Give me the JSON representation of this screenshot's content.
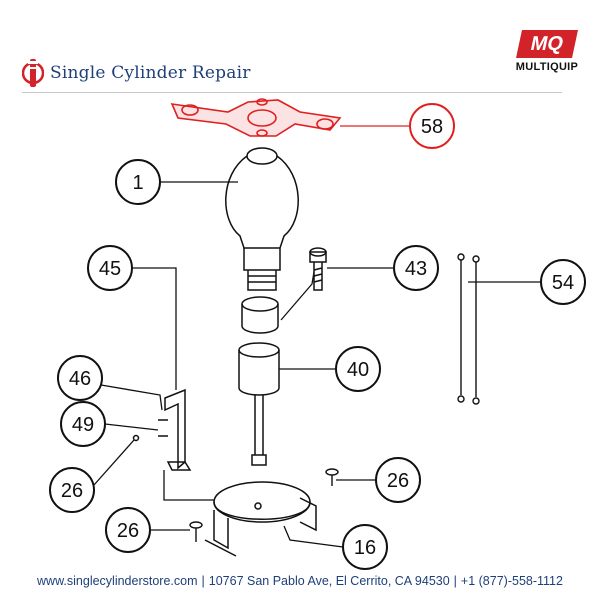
{
  "brand": {
    "name": "Single Cylinder Repair"
  },
  "manufacturer": {
    "badge": "MQ",
    "name": "MULTIQUIP"
  },
  "callouts": [
    {
      "id": "58",
      "label": "58",
      "highlight": true
    },
    {
      "id": "1",
      "label": "1"
    },
    {
      "id": "45",
      "label": "45"
    },
    {
      "id": "43",
      "label": "43"
    },
    {
      "id": "54",
      "label": "54"
    },
    {
      "id": "40",
      "label": "40"
    },
    {
      "id": "46",
      "label": "46"
    },
    {
      "id": "49",
      "label": "49"
    },
    {
      "id": "26a",
      "label": "26"
    },
    {
      "id": "26b",
      "label": "26"
    },
    {
      "id": "26c",
      "label": "26"
    },
    {
      "id": "16",
      "label": "16"
    }
  ],
  "colors": {
    "highlight": "#e02020",
    "line": "#111111",
    "brand": "#1f3f7a",
    "mq_red": "#d3232a"
  },
  "footer": {
    "website": "www.singlecylinderstore.com",
    "address": "10767 San Pablo Ave, El Cerrito, CA 94530",
    "phone": "+1 (877)-558-1112"
  }
}
